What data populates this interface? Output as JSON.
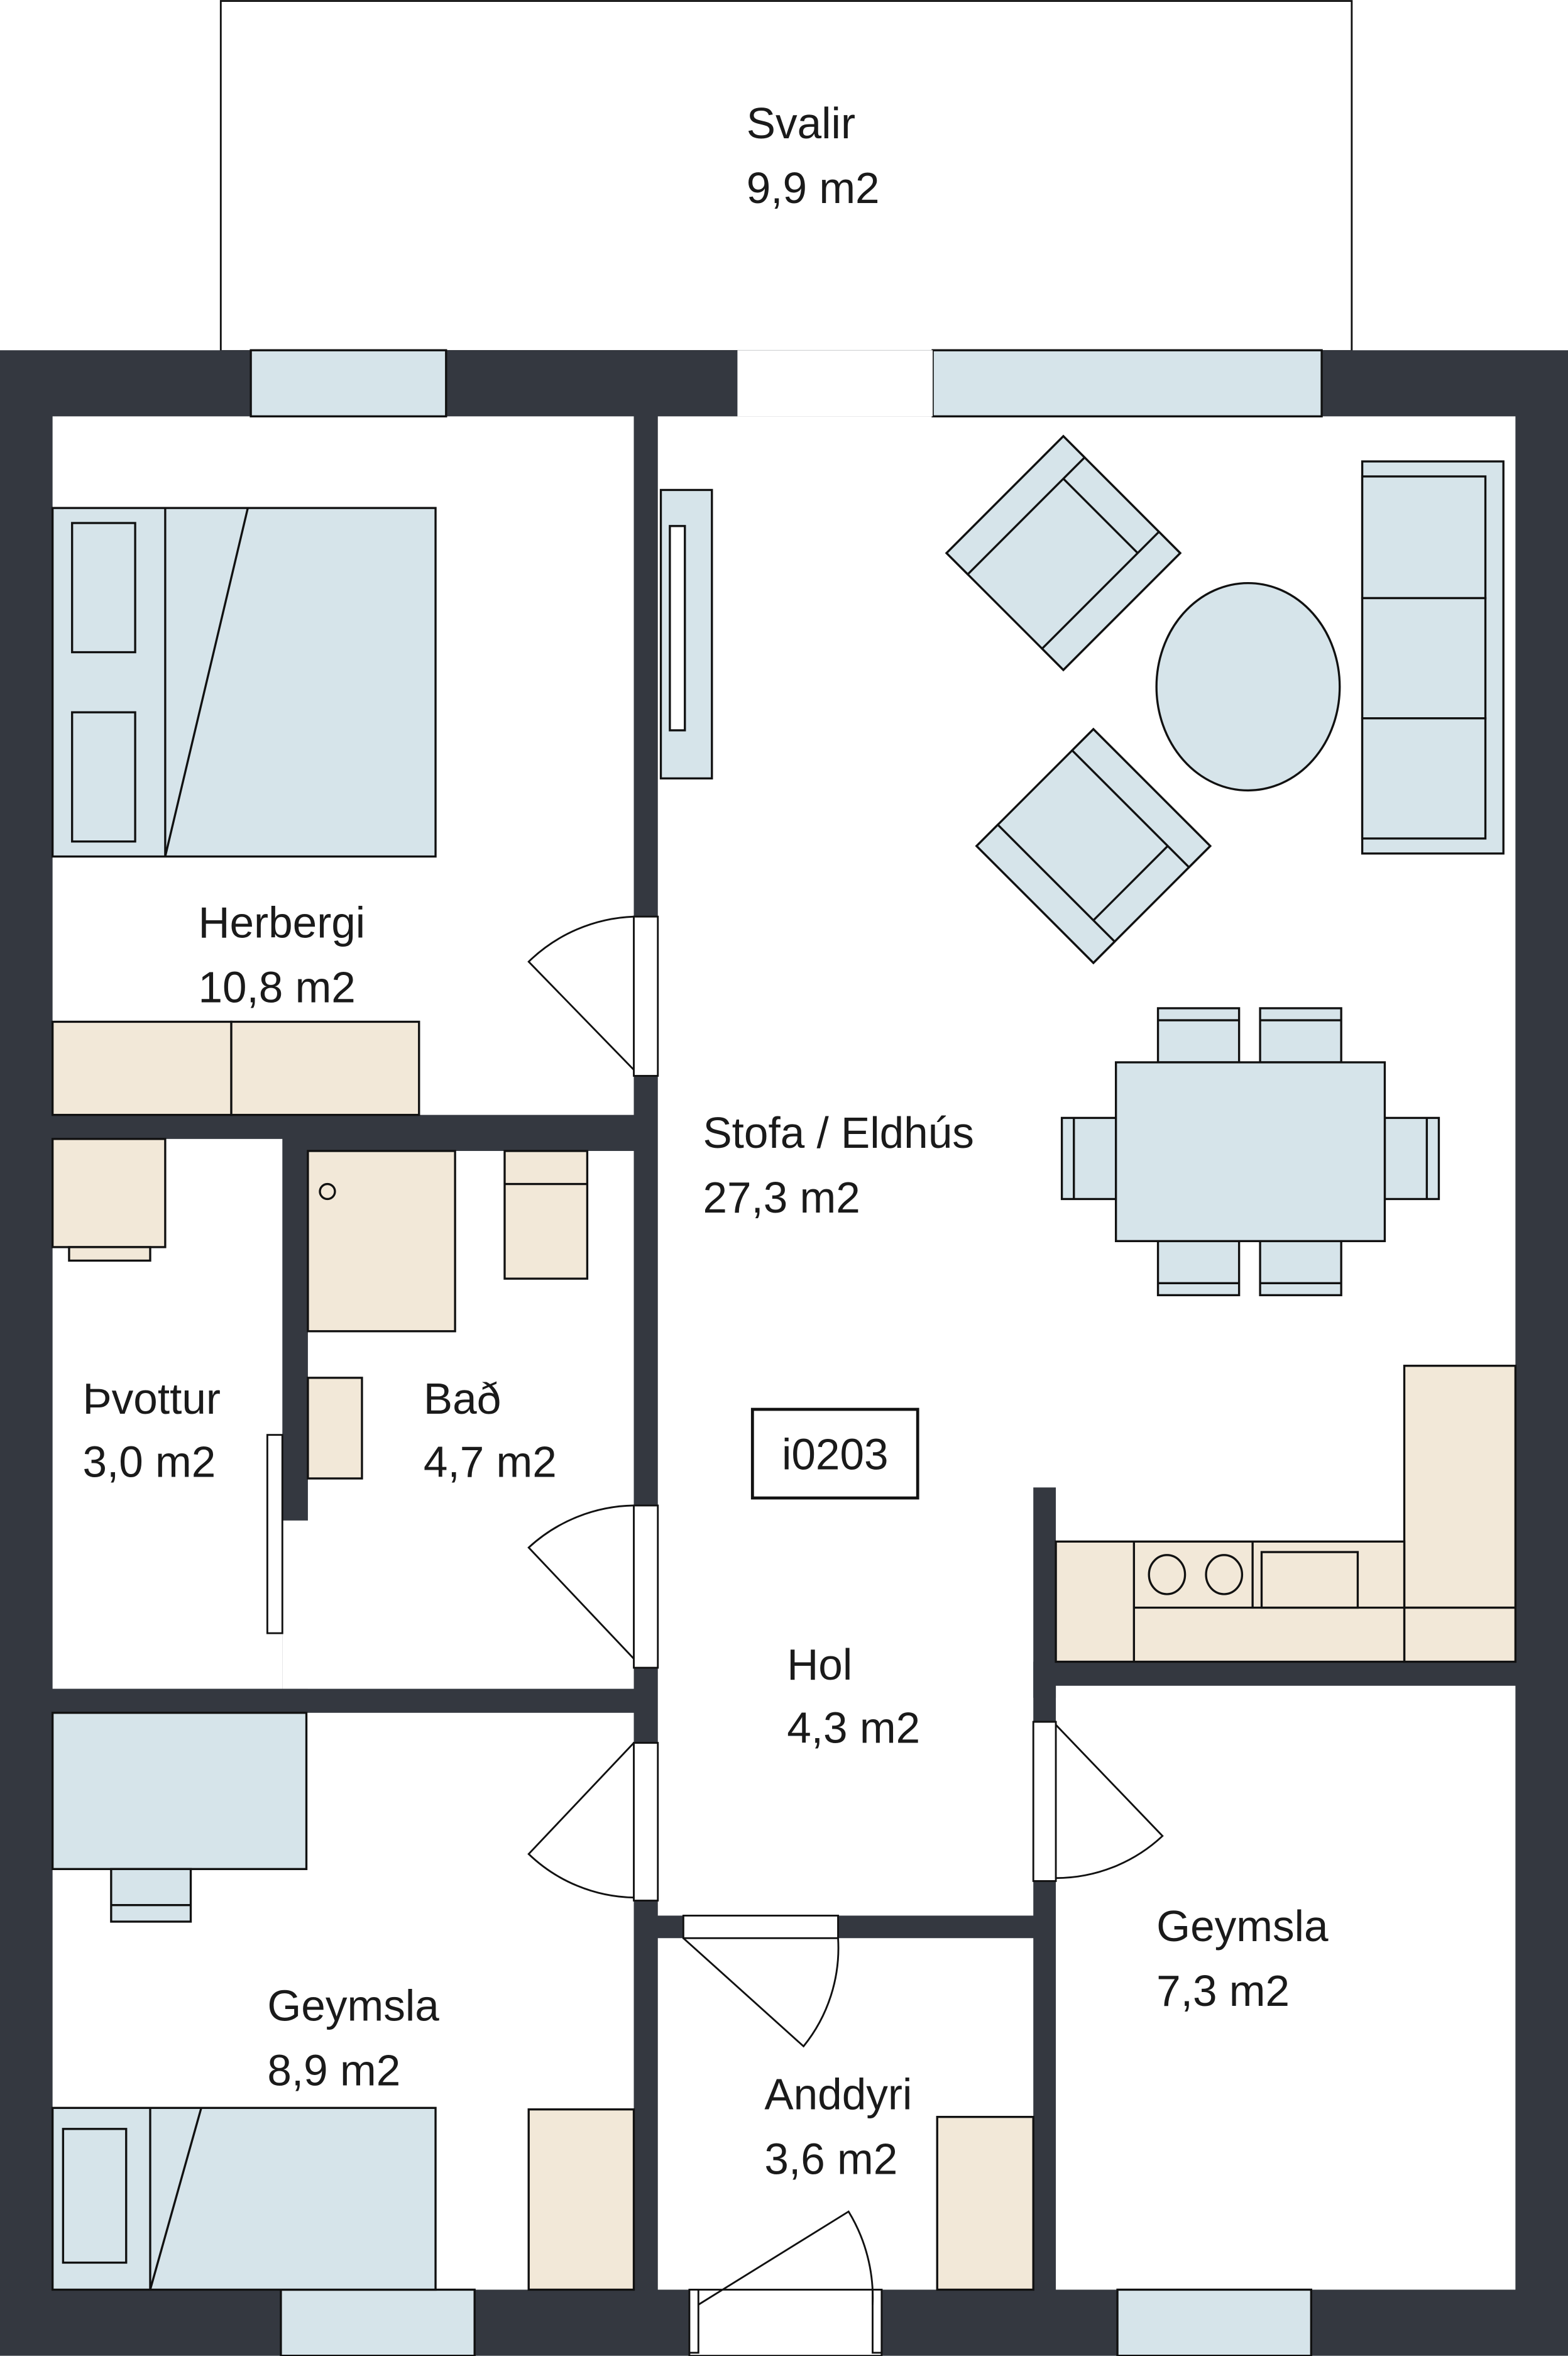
{
  "plan_id": "i0203",
  "colors": {
    "wall": "#343840",
    "furniture_blue": "#d6e4ea",
    "fixture_beige": "#f2e8d8"
  },
  "rooms": [
    {
      "name": "Svalir",
      "area": "9,9 m2"
    },
    {
      "name": "Herbergi",
      "area": "10,8 m2"
    },
    {
      "name": "Stofa / Eldhús",
      "area": "27,3 m2"
    },
    {
      "name": "Þvottur",
      "area": "3,0 m2"
    },
    {
      "name": "Bað",
      "area": "4,7 m2"
    },
    {
      "name": "Hol",
      "area": "4,3 m2"
    },
    {
      "name": "Geymsla",
      "area": "8,9 m2"
    },
    {
      "name": "Geymsla",
      "area": "7,3 m2"
    },
    {
      "name": "Anddyri",
      "area": "3,6 m2"
    }
  ]
}
